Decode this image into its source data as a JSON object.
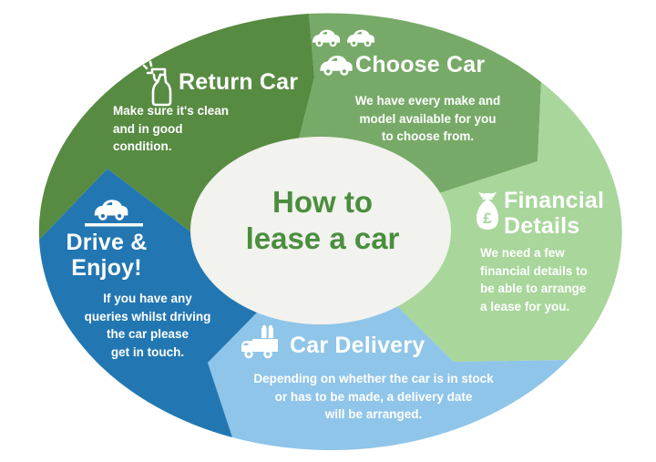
{
  "diagram": {
    "center": {
      "title": [
        "How to",
        "lease a car"
      ],
      "bg_color": "#f2f2ee",
      "text_color": "#4a8e3e"
    },
    "pound_symbol": "£",
    "segments": [
      {
        "id": "choose-car",
        "label": "Choose Car",
        "description": [
          "We have every make and",
          "model available for you",
          "to choose from."
        ],
        "icon": "car-icon",
        "color": "#77aa68"
      },
      {
        "id": "financial-details",
        "label": [
          "Financial",
          "Details"
        ],
        "description": [
          "We need a few",
          "financial details to",
          "be able to arrange",
          "a lease for you."
        ],
        "icon": "money-bag-icon",
        "color": "#a8d69b"
      },
      {
        "id": "car-delivery",
        "label": "Car Delivery",
        "description": [
          "Depending on whether the car is in stock",
          "or has to be made, a delivery date",
          "will be arranged."
        ],
        "icon": "delivery-truck-icon",
        "color": "#8fc5e9"
      },
      {
        "id": "drive-enjoy",
        "label": [
          "Drive &",
          "Enjoy!"
        ],
        "description": [
          "If you have any",
          "queries whilst driving",
          "the car please",
          "get in touch."
        ],
        "icon": "car-on-road-icon",
        "color": "#2277b2"
      },
      {
        "id": "return-car",
        "label": "Return Car",
        "description": [
          "Make sure it's clean",
          "and in good",
          "condition."
        ],
        "icon": "spray-bottle-icon",
        "color": "#578b42"
      }
    ]
  }
}
